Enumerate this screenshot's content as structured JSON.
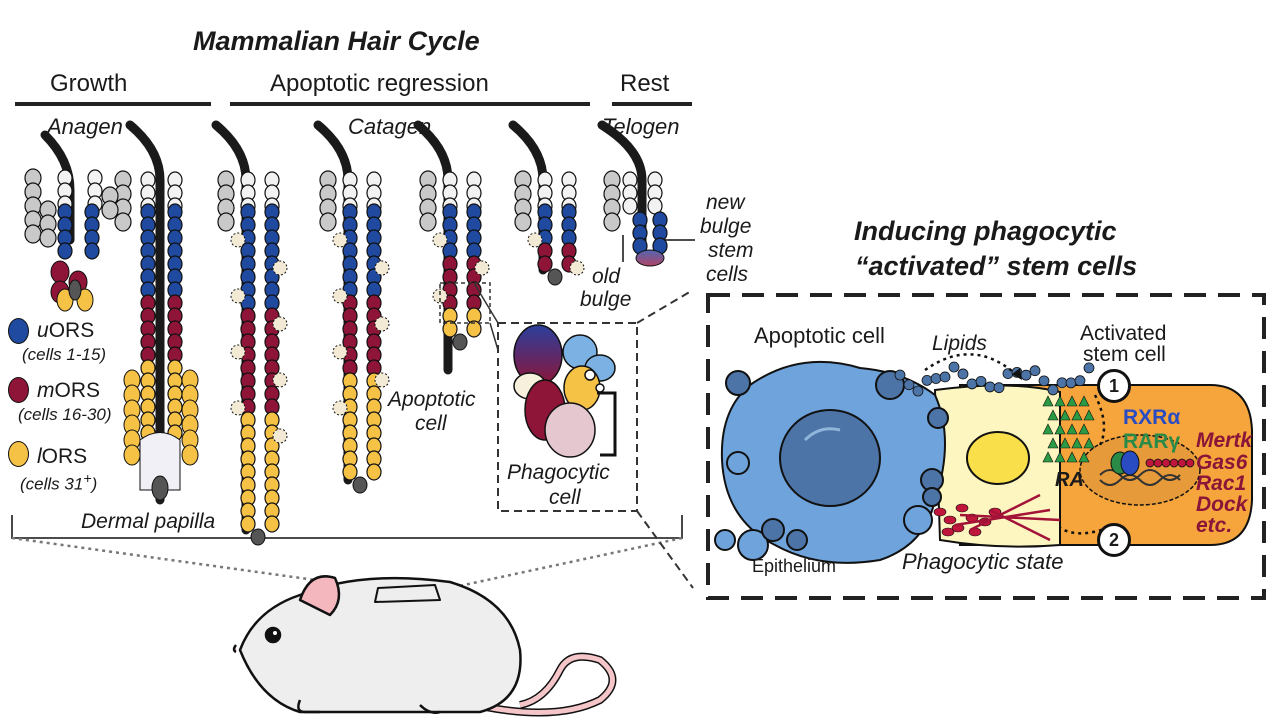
{
  "title": "Mammalian Hair Cycle",
  "phases": {
    "growth": "Growth",
    "regression": "Apoptotic regression",
    "rest": "Rest",
    "anagen": "Anagen",
    "catagen": "Catagen",
    "telogen": "Telogen"
  },
  "legend": [
    {
      "prefix": "u",
      "label": "ORS",
      "sub": "(cells 1-15)",
      "color": "#1f4aa0"
    },
    {
      "prefix": "m",
      "label": "ORS",
      "sub": "(cells 16-30)",
      "color": "#8e1538"
    },
    {
      "prefix": "l",
      "label": "ORS",
      "sub": "(cells 31",
      "sup": "+",
      "sub_end": ")",
      "color": "#f6c245"
    }
  ],
  "labels": {
    "dermal_papilla": "Dermal papilla",
    "apoptotic_cell_line1": "Apoptotic",
    "apoptotic_cell_line2": "cell",
    "phagocytic_cell_line1": "Phagocytic",
    "phagocytic_cell_line2": "cell",
    "old_bulge_line1": "old",
    "old_bulge_line2": "bulge",
    "new_bulge_line1": "new",
    "new_bulge_line2": "bulge",
    "new_bulge_line3": "stem",
    "new_bulge_line4": "cells"
  },
  "inset": {
    "title_line1": "Inducing phagocytic",
    "title_line2": "“activated” stem cells",
    "apoptotic_cell": "Apoptotic cell",
    "lipids": "Lipids",
    "activated_line1": "Activated",
    "activated_line2": "stem cell",
    "epithelium": "Epithelium",
    "phagocytic_state": "Phagocytic state",
    "ra": "RA",
    "rxr": "RXRα",
    "rar": "RARγ",
    "step1": "1",
    "step2": "2",
    "genes": [
      "Mertk",
      "Gas6",
      "Rac1",
      "Dock",
      "etc."
    ]
  },
  "colors": {
    "uors": "#1f4aa0",
    "mors": "#8e1538",
    "lors": "#f6c245",
    "apoptotic": "#6fa3dc",
    "stem": "#f5a53c",
    "phagocytic_cytoplasm": "#fdf6c0"
  }
}
